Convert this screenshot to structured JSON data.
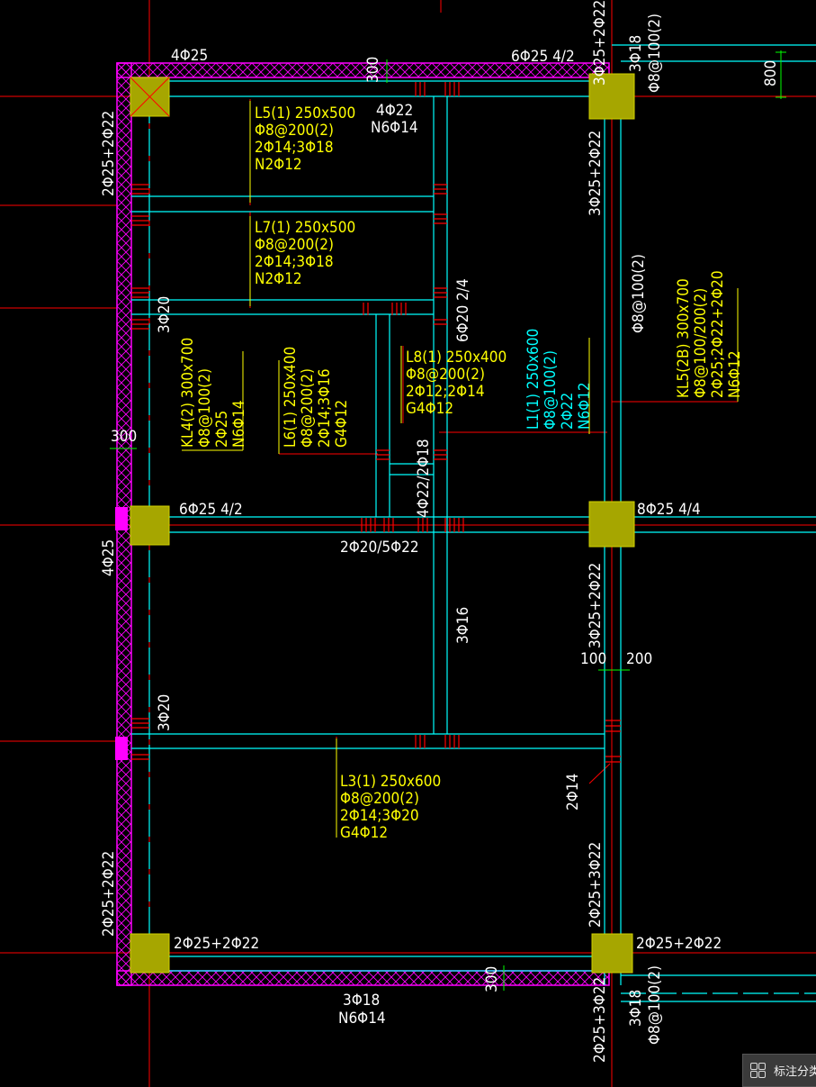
{
  "colors": {
    "background": "#000000",
    "axis": "#ff0000",
    "beam": "#00ffff",
    "wall": "#ff00ff",
    "column": "#a6a600",
    "label": "#ffff00",
    "dim": "#ffffff",
    "marker": "#00ff00"
  },
  "beams": {
    "L5": {
      "name": "L5(1) 250x500",
      "stirrup": "Φ8@200(2)",
      "bars": "2Φ14;3Φ18",
      "side": "N2Φ12"
    },
    "L7": {
      "name": "L7(1) 250x500",
      "stirrup": "Φ8@200(2)",
      "bars": "2Φ14;3Φ18",
      "side": "N2Φ12"
    },
    "L8": {
      "name": "L8(1) 250x400",
      "stirrup": "Φ8@200(2)",
      "bars": "2Φ12;2Φ14",
      "side": "G4Φ12"
    },
    "L6": {
      "name": "L6(1) 250x400",
      "stirrup": "Φ8@200(2)",
      "bars": "2Φ14;3Φ16",
      "side": "G4Φ12"
    },
    "KL4": {
      "name": "KL4(2) 300x700",
      "stirrup": "Φ8@100(2)",
      "bars": "2Φ25",
      "side": "N6Φ14"
    },
    "L1": {
      "name": "L1(1) 250x600",
      "stirrup": "Φ8@100(2)",
      "bars": "2Φ22",
      "side": "N6Φ12"
    },
    "KL5": {
      "name": "KL5(2B) 300x700",
      "stirrup": "Φ8@100/200(2)",
      "bars": "2Φ25;2Φ22+2Φ20",
      "side": "N6Φ12"
    },
    "L3": {
      "name": "L3(1) 250x600",
      "stirrup": "Φ8@200(2)",
      "bars": "2Φ14;3Φ20",
      "side": "G4Φ12"
    }
  },
  "rebar": {
    "top_left_4": "4Φ25",
    "top_mid_6": "6Φ25 4/2",
    "top_center_4": "4Φ22",
    "top_center_n6": "N6Φ14",
    "top_right_v": "3Φ25+2Φ22",
    "top_right_v2": "3Φ18",
    "top_right_v3": "Φ8@100(2)",
    "left_upper_v": "2Φ25+2Φ22",
    "right_upper_v": "3Φ25+2Φ22",
    "right_mid_v": "Φ8@100(2)",
    "left_3phi20_a": "3Φ20",
    "center_v_6": "6Φ20 2/4",
    "mid_left_6": "6Φ25 4/2",
    "mid_right_8": "8Φ25 4/4",
    "mid_under": "2Φ20/5Φ22",
    "mid_v_4": "4Φ22/2Φ18",
    "left_4": "4Φ25",
    "center_3phi16": "3Φ16",
    "right_lower_v": "3Φ25+2Φ22",
    "left_3phi20_b": "3Φ20",
    "lower_2phi14": "2Φ14",
    "left_bottom_v": "2Φ25+2Φ22",
    "right_bottom_v": "2Φ25+3Φ22",
    "bottom_left_col": "2Φ25+2Φ22",
    "bottom_right_col": "2Φ25+2Φ22",
    "bottom_3": "3Φ18",
    "bottom_n6": "N6Φ14",
    "bottom_right_v": "2Φ25+3Φ22",
    "bottom_right_v2": "3Φ18",
    "bottom_right_v3": "Φ8@100(2)"
  },
  "dims": {
    "d300_top": "300",
    "d800": "800",
    "d300_left": "300",
    "d100": "100",
    "d200": "200",
    "d300_bottom": "300"
  },
  "toolbar": {
    "icon": "grid-icon",
    "label": "标注分类"
  }
}
